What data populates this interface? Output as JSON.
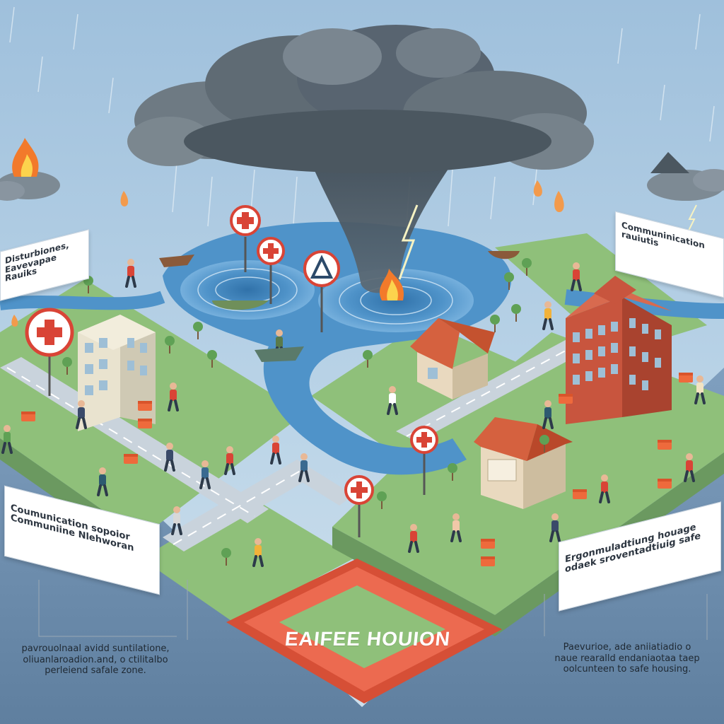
{
  "labels": {
    "top_left": "Disturbiones,\nEavevapae Rauiks",
    "top_right": "Communinication\nrauiutis",
    "mid_left": "Coumunication sopoior\nCommuniine Nlehworan",
    "mid_right": "Ergonmuladtiung houage\nodaek sroventadtiuig safe"
  },
  "captions": {
    "bottom_left": "pavrouolnaal avidd suntilatione,\noliuanlaroadion.and, o ctilitalbo\nperleiend safale zone.",
    "bottom_right": "Paevurioe, ade aniiatiadio o\nnaue rearalld endaniaotaa taep\noolcunteen to safe housing."
  },
  "safe_zone": {
    "label": "EAIFEE  HOUION"
  },
  "colors": {
    "sky_top": "#8fb4d4",
    "ground": "#8fc07a",
    "water": "#4f93c9",
    "road": "#c9d3dc",
    "brick": "#c8553e",
    "safe_zone": "#ec6a50",
    "aid_box": "#ee6a3c",
    "cloud_dark": "#4b5760"
  },
  "icons": [
    "first-aid-sign-icon",
    "warning-sign-icon",
    "fire-icon",
    "lightning-icon",
    "aid-box-icon"
  ]
}
